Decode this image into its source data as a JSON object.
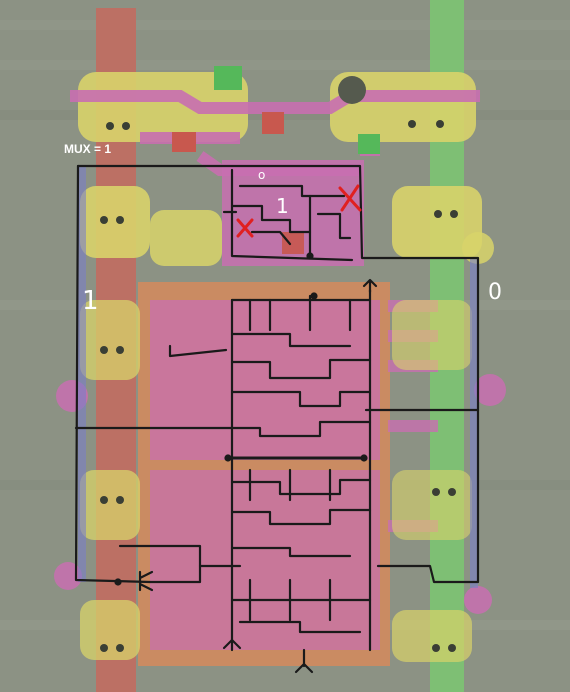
{
  "annotations": {
    "mux_label": "MUX = 1",
    "left_bus_value": "1",
    "right_bus_value": "0",
    "inner_value": "1",
    "small_value": "o"
  },
  "colors": {
    "substrate": "#8c9284",
    "metal_yellow": "#d8d36a",
    "poly_pink": "#c86fb0",
    "diffusion_orange": "#d98a5a",
    "via_green": "#55b85a",
    "via_red": "#c8584e",
    "red_rail": "#c46a5e",
    "green_rail": "#7cc472",
    "wire": "#1a1a1a",
    "cross": "#e02020"
  }
}
